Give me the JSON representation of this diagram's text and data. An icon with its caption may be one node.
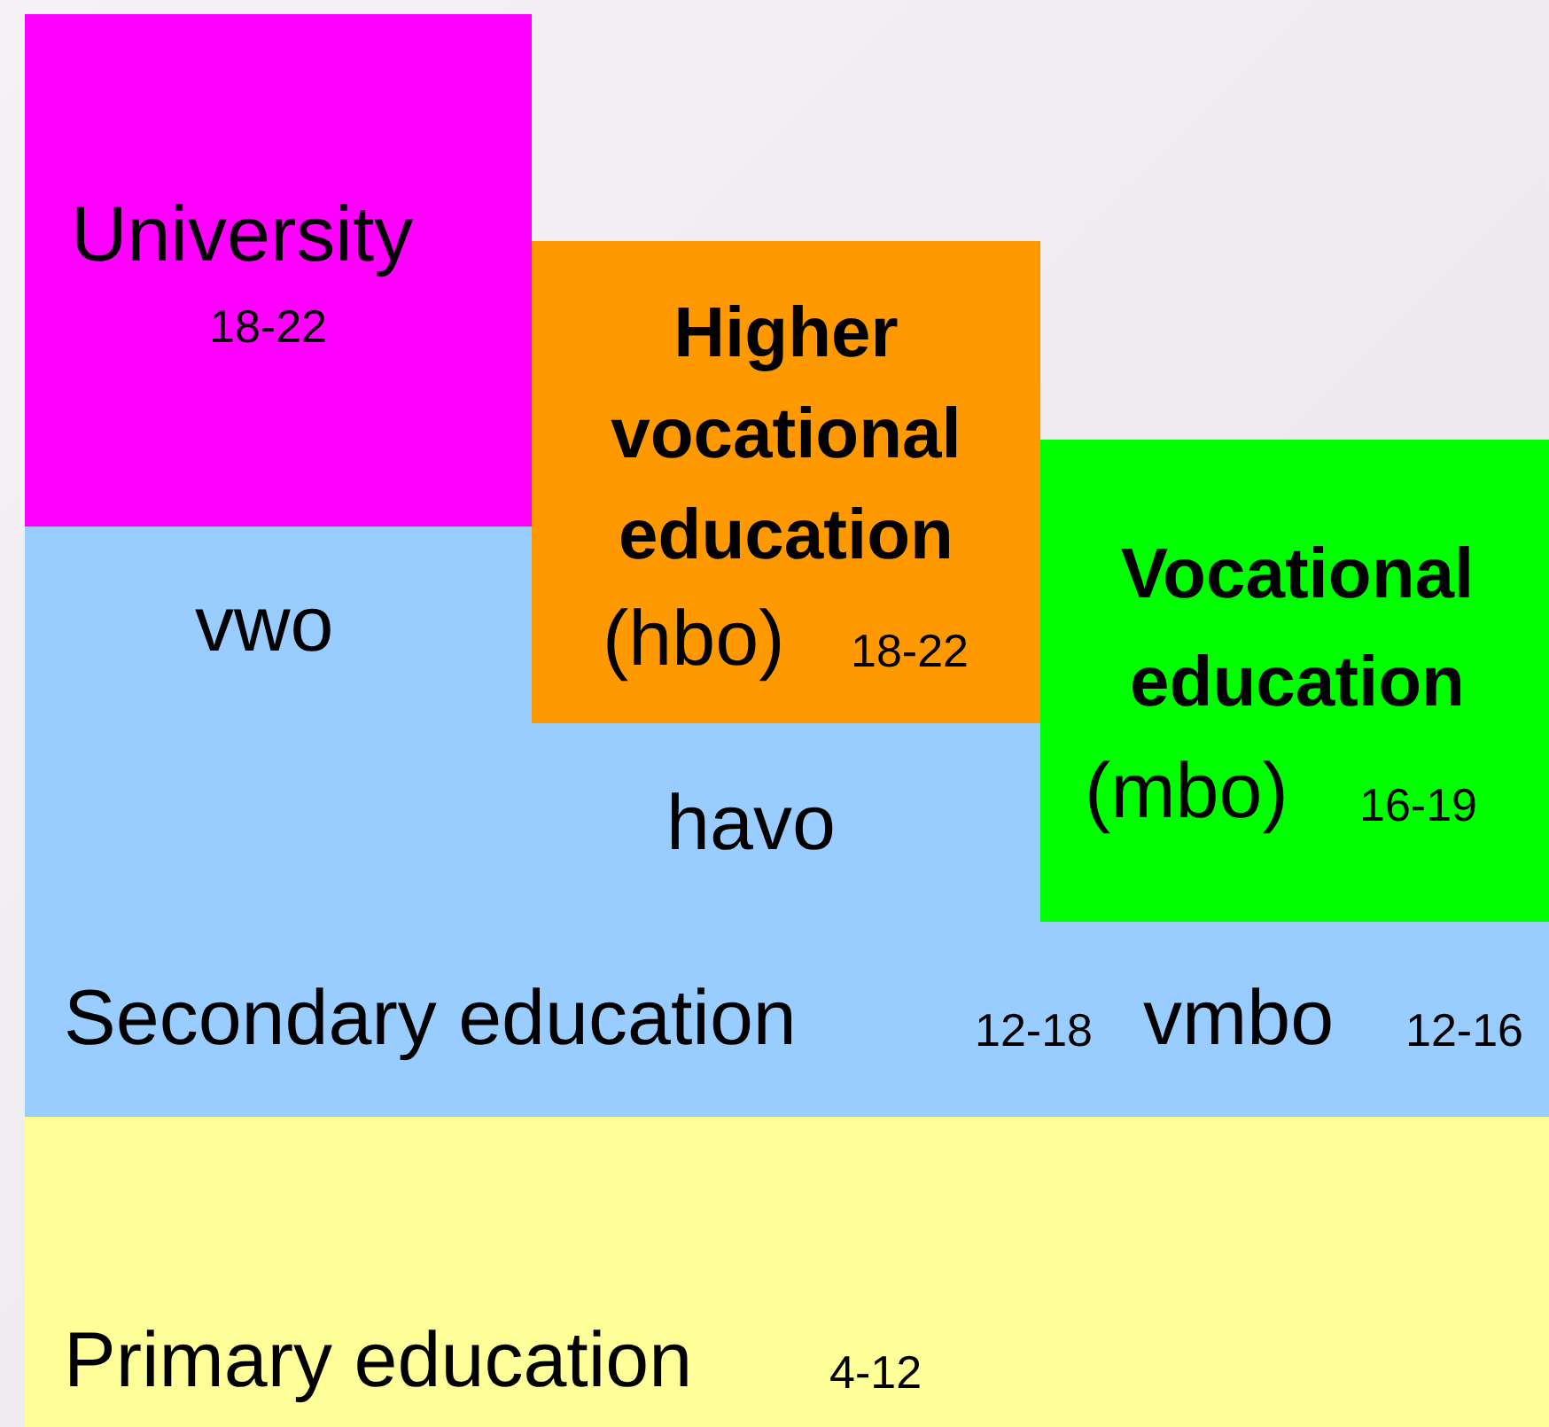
{
  "diagram": {
    "nodes": [
      {
        "text": [
          "University",
          "18-22"
        ]
      },
      {
        "text": [
          "Higher vocational education",
          "(hbo)",
          "18-22"
        ]
      },
      {
        "text": [
          "Vocational education",
          "(mbo)",
          "16-19"
        ]
      },
      {
        "text": [
          "vwo",
          "havo",
          "Secondary education",
          "12-18",
          "vmbo",
          "12-16"
        ]
      },
      {
        "text": [
          "Primary education",
          "4-12"
        ]
      }
    ]
  }
}
